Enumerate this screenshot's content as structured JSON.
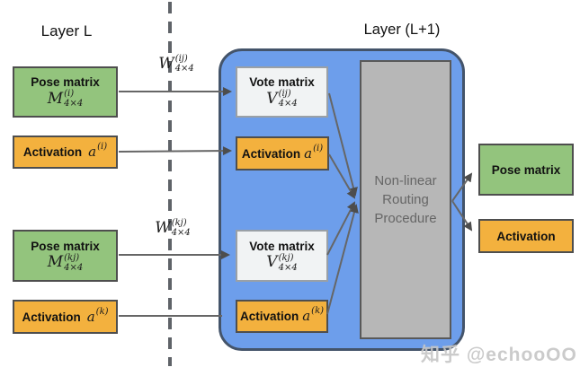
{
  "titles": {
    "layer_l": "Layer L",
    "layer_l_plus_1": "Layer (L+1)"
  },
  "weight_labels": [
    {
      "base": "W",
      "sup": "(ij)",
      "sub": "4×4"
    },
    {
      "base": "W",
      "sup": "(kj)",
      "sub": "4×4"
    }
  ],
  "layer_l": {
    "pose_i": {
      "label": "Pose matrix",
      "base": "M",
      "sup": "(i)",
      "sub": "4×4"
    },
    "activation_i": {
      "label": "Activation",
      "base": "a",
      "sup": "(i)"
    },
    "pose_k": {
      "label": "Pose matrix",
      "base": "M",
      "sup": "(kj)",
      "sub": "4×4"
    },
    "activation_k": {
      "label": "Activation",
      "base": "a",
      "sup": "(k)"
    }
  },
  "layer_l_plus_1": {
    "vote_ij": {
      "label": "Vote matrix",
      "base": "V",
      "sup": "(ij)",
      "sub": "4×4"
    },
    "activation_i": {
      "label": "Activation",
      "base": "a",
      "sup": "(i)"
    },
    "vote_kj": {
      "label": "Vote matrix",
      "base": "V",
      "sup": "(kj)",
      "sub": "4×4"
    },
    "activation_k": {
      "label": "Activation",
      "base": "a",
      "sup": "(k)"
    },
    "routing_lines": [
      "Non-linear",
      "Routing",
      "Procedure"
    ]
  },
  "outputs": {
    "pose": "Pose matrix",
    "activation": "Activation"
  },
  "watermark": "知乎 @echooOO",
  "colors": {
    "pose_green": "#93C47D",
    "activation_orange": "#F3B13E",
    "container_blue": "#6D9EEB",
    "routing_gray": "#B7B7B7",
    "vote_light": "#F1F3F4",
    "arrow_gray": "#666666"
  }
}
